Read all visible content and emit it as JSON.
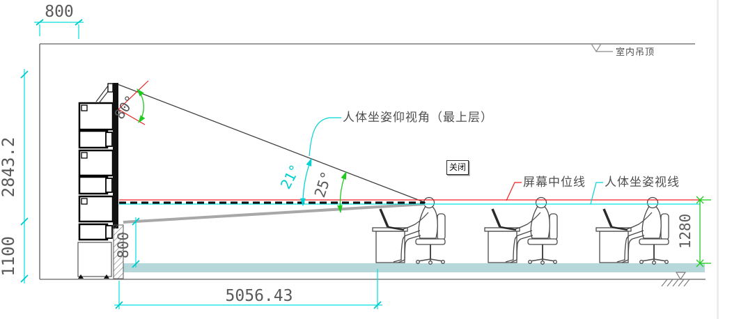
{
  "dimensions": {
    "wall_gap": "800",
    "screen_height": "2843.2",
    "lower_height": "1100",
    "console_height": "800",
    "viewing_distance": "5056.43",
    "sightline_height": "1280"
  },
  "angles": {
    "screen_cone": "80°",
    "elevation_upper": "21°",
    "elevation_lower": "25°"
  },
  "labels": {
    "ceiling": "室内吊顶",
    "elevation_angle": "人体坐姿仰视角（最上层）",
    "screen_mid": "屏幕中位线",
    "sight": "人体坐姿视线"
  },
  "close_button": {
    "label": "关闭"
  },
  "colors": {
    "dimension_cyan": "#00e8e8",
    "annotation_red": "#f02020",
    "annotation_green": "#1ecb1e",
    "floor_band": "#b7d8da",
    "sightline_gray": "#a8a8a8",
    "drawing_gray": "#7c7c7c",
    "text_gray": "#5a5a5a"
  }
}
